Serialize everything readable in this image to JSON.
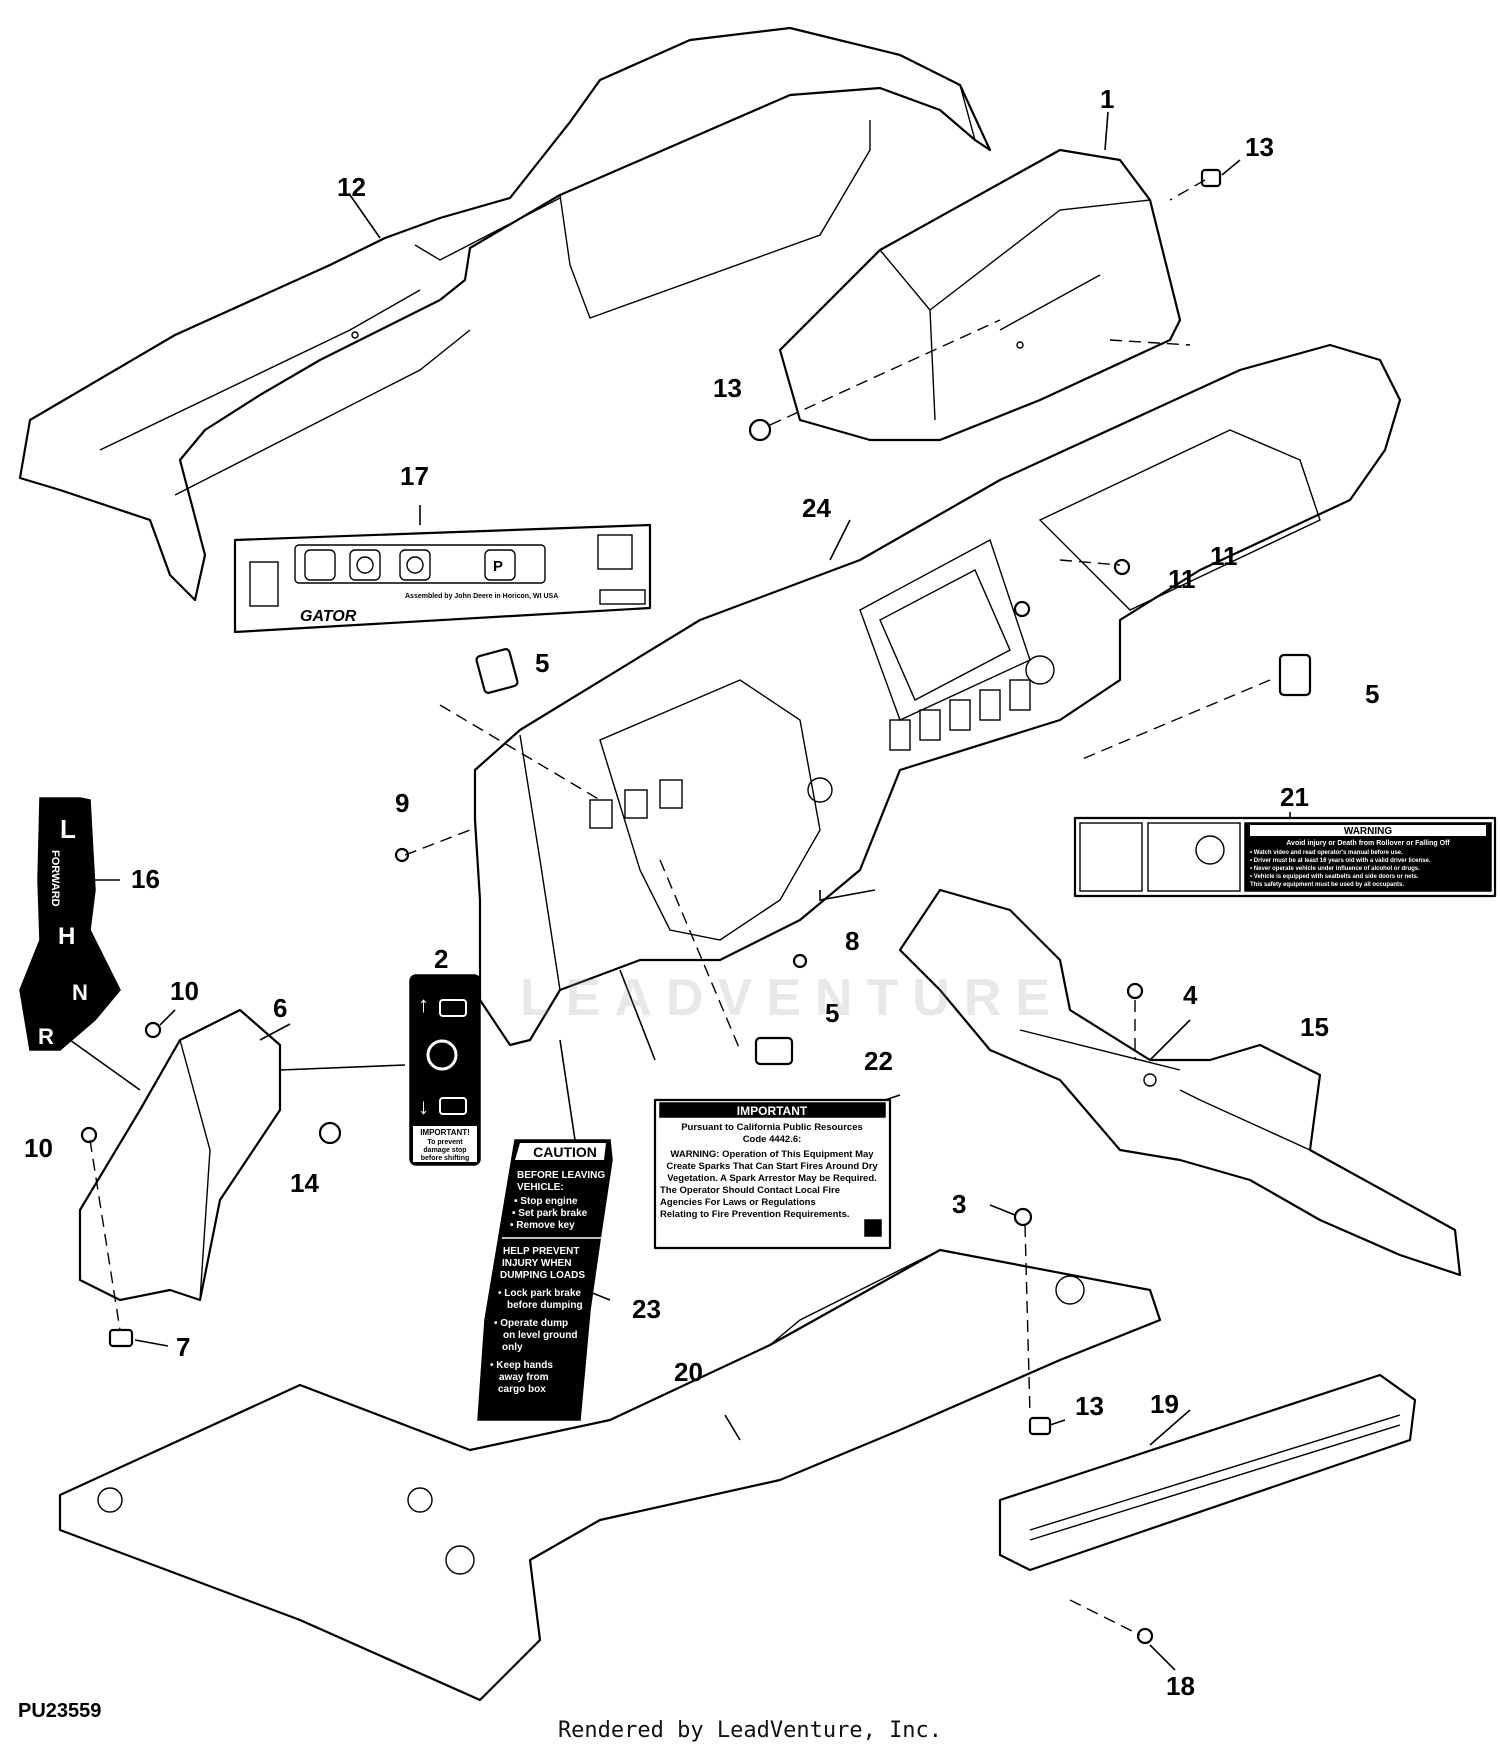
{
  "figure_id": "PU23559",
  "footer": "Rendered by LeadVenture, Inc.",
  "watermark": "LEADVENTURE",
  "callouts": [
    "1",
    "2",
    "3",
    "4",
    "5",
    "6",
    "7",
    "8",
    "9",
    "10",
    "11",
    "12",
    "13",
    "14",
    "15",
    "16",
    "17",
    "18",
    "19",
    "20",
    "21",
    "22",
    "23",
    "24"
  ],
  "decal_17": {
    "maker_line": "Assembled by John Deere in Horicon, WI USA",
    "logo_text": "GATOR"
  },
  "decal_16": {
    "forward": "FORWARD",
    "l": "L",
    "h": "H",
    "n": "N",
    "r": "R"
  },
  "decal_2": {
    "heading": "IMPORTANT!",
    "lines": [
      "To prevent",
      "damage stop",
      "before shifting"
    ]
  },
  "decal_21": {
    "heading": "WARNING",
    "lines": [
      "Avoid injury or Death from Rollover or Falling Off",
      "• Watch video and read operator's manual before use.",
      "• Driver must be at least 16 years old with a valid driver license.",
      "• Never operate vehicle under influence of alcohol or drugs.",
      "• Vehicle is equipped with seatbelts and side doors or nets.",
      "This safety equipment must be used by all occupants."
    ]
  },
  "decal_22": {
    "heading": "IMPORTANT",
    "lines": [
      "Pursuant to California Public Resources",
      "Code 4442.6:",
      "WARNING: Operation of This Equipment May",
      "Create Sparks That Can Start Fires Around Dry",
      "Vegetation. A Spark Arrestor May be Required.",
      "The Operator Should Contact Local Fire",
      "Agencies For Laws or Regulations",
      "Relating to Fire Prevention Requirements."
    ]
  },
  "decal_23": {
    "heading": "CAUTION",
    "section1": [
      "BEFORE LEAVING",
      "VEHICLE:"
    ],
    "bullets1": [
      "• Stop engine",
      "• Set park brake",
      "• Remove key"
    ],
    "section2": [
      "HELP PREVENT",
      "INJURY WHEN",
      "DUMPING LOADS"
    ],
    "bullets2": [
      "• Lock park brake",
      "before dumping",
      "• Operate dump",
      "on level ground",
      "only",
      "• Keep hands",
      "away from",
      "cargo box"
    ]
  }
}
